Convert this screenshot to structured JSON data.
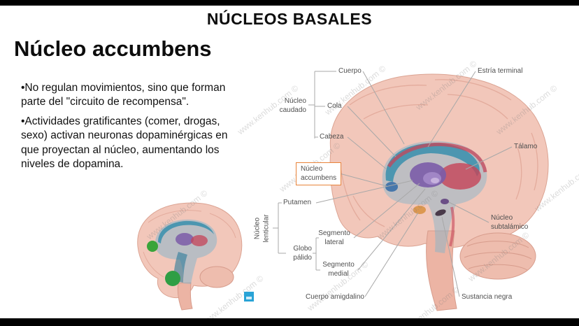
{
  "slide": {
    "title": "NÚCLEOS BASALES",
    "subtitle": "Núcleo accumbens",
    "bullets": [
      "•No regulan movimientos, sino que forman parte del \"circuito de recompensa\".",
      "•Actividades gratificantes (comer, drogas, sexo) activan neuronas dopaminérgicas en que proyectan al núcleo, aumentando los niveles de dopamina."
    ]
  },
  "diagram": {
    "labels": {
      "cuerpo": "Cuerpo",
      "nucleo_caudado": "Núcleo\ncaudado",
      "cola": "Cola",
      "cabeza": "Cabeza",
      "nucleo_accumbens": "Núcleo\naccumbens",
      "putamen": "Putamen",
      "nucleo_lenticular": "Núcleo\nlenticular",
      "segmento_lateral": "Segmento\nlateral",
      "globo_palido": "Globo\npálido",
      "segmento_medial": "Segmento\nmedial",
      "cuerpo_amigdalino": "Cuerpo amigdalino",
      "estria_terminal": "Estría terminal",
      "talamo": "Tálamo",
      "nucleo_subtalamico": "Núcleo\nsubtalámico",
      "sustancia_negra": "Sustancia negra"
    },
    "watermark": "www.kenhub.com ©",
    "colors": {
      "highlight_box": "#e8833a",
      "brain_pink": "#f2c7ba",
      "caudate_teal": "#2f8cab",
      "thalamus_red": "#c64458",
      "putamen_purple": "#7b5ca8",
      "accumbens_green": "#2f9e44",
      "amygdala_orange": "#d88f3e"
    }
  }
}
